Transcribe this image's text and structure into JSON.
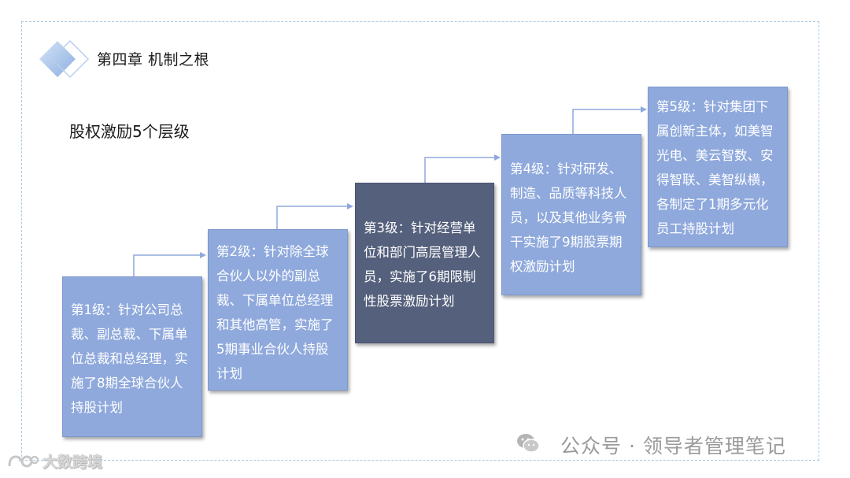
{
  "header": {
    "chapter_title": "第四章 机制之根",
    "subtitle": "股权激励5个层级"
  },
  "levels": [
    {
      "text": "第1级：针对公司总裁、副总裁、下属单位总裁和总经理，实施了8期全球合伙人持股计划"
    },
    {
      "text": "第2级：针对除全球合伙人以外的副总裁、下属单位总经理和其他高管，实施了5期事业合伙人持股计划"
    },
    {
      "text": "第3级：针对经营单位和部门高层管理人员，实施了6期限制性股票激励计划"
    },
    {
      "text": "第4级：针对研发、制造、品质等科技人员，以及其他业务骨干实施了9期股票期权激励计划"
    },
    {
      "text": "第5级：针对集团下属创新主体，如美智光电、美云智数、安得智联、美智纵横，各制定了1期多元化员工持股计划"
    }
  ],
  "footer": {
    "wechat_icon": "wechat-icon",
    "source_text": "公众号 · 领导者管理笔记",
    "watermark_text": "大数跨境"
  },
  "colors": {
    "box_light": "#8fa9dc",
    "box_dark": "#54607c",
    "connector": "#8fa9dc",
    "frame_border": "#a9c9e3"
  }
}
